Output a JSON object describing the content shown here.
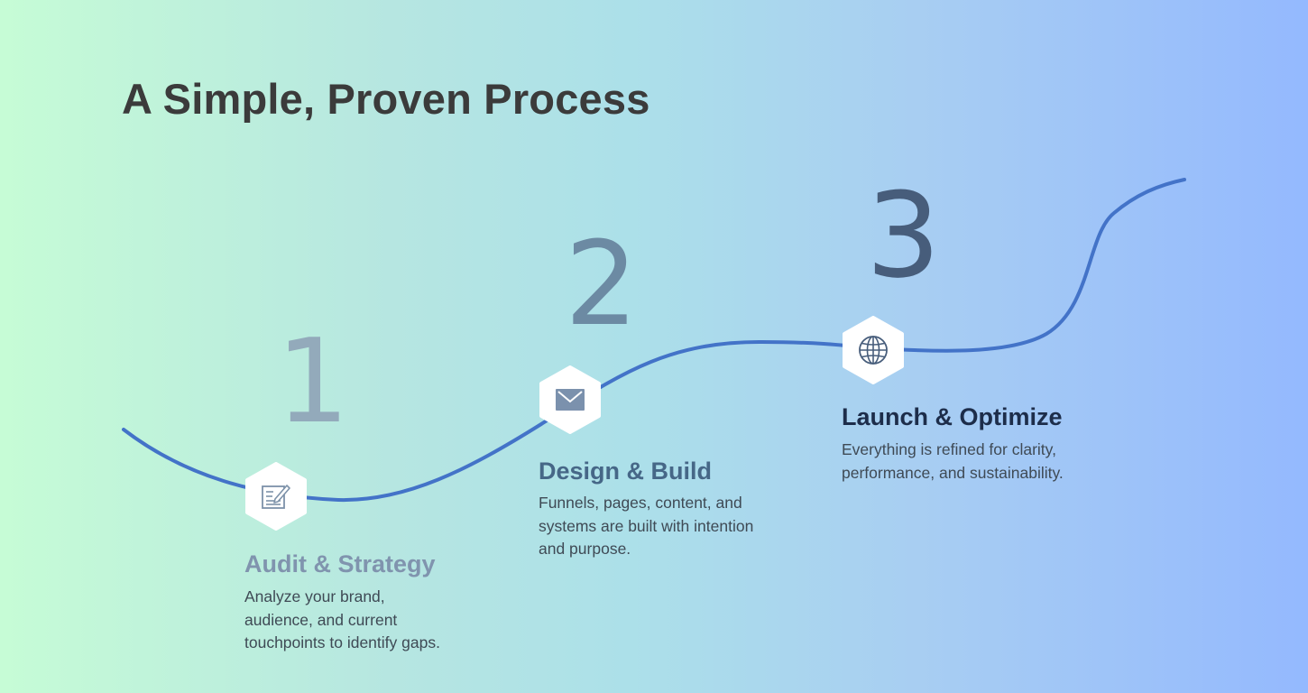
{
  "page": {
    "title": "A Simple, Proven Process"
  },
  "colors": {
    "curve": "#4373c8",
    "hexagon": "#ffffff",
    "title": "#3b3b3b",
    "description": "#3f4a55"
  },
  "steps": [
    {
      "number": "1",
      "title": "Audit & Strategy",
      "description": "Analyze your brand, audience, and current touchpoints to identify gaps.",
      "icon": "edit-document-icon",
      "number_color": "#93aabb",
      "title_color": "#8094ae"
    },
    {
      "number": "2",
      "title": "Design & Build",
      "description": "Funnels, pages, content, and systems are built with intention and purpose.",
      "icon": "envelope-icon",
      "number_color": "#6c8aa3",
      "title_color": "#466787"
    },
    {
      "number": "3",
      "title": "Launch & Optimize",
      "description": "Everything is refined for clarity, performance, and sustainability.",
      "icon": "globe-icon",
      "number_color": "#475d7b",
      "title_color": "#1d2d4a"
    }
  ]
}
